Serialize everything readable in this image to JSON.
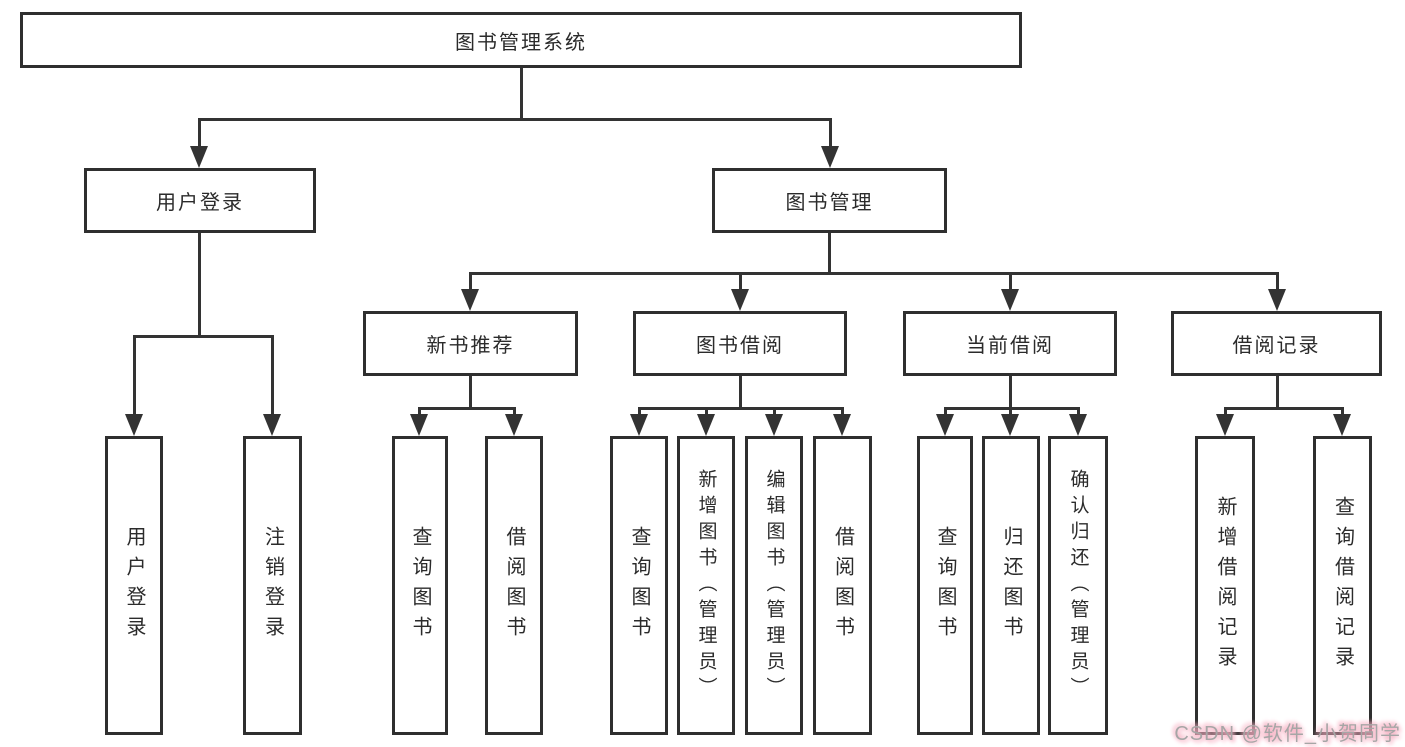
{
  "tree": {
    "root": {
      "label": "图书管理系统",
      "children": [
        {
          "label": "用户登录",
          "children": [
            {
              "label": "用户登录"
            },
            {
              "label": "注销登录"
            }
          ]
        },
        {
          "label": "图书管理",
          "children": [
            {
              "label": "新书推荐",
              "children": [
                {
                  "label": "查询图书"
                },
                {
                  "label": "借阅图书"
                }
              ]
            },
            {
              "label": "图书借阅",
              "children": [
                {
                  "label": "查询图书"
                },
                {
                  "label": "新增图书（管理员）"
                },
                {
                  "label": "编辑图书（管理员）"
                },
                {
                  "label": "借阅图书"
                }
              ]
            },
            {
              "label": "当前借阅",
              "children": [
                {
                  "label": "查询图书"
                },
                {
                  "label": "归还图书"
                },
                {
                  "label": "确认归还（管理员）"
                }
              ]
            },
            {
              "label": "借阅记录",
              "children": [
                {
                  "label": "新增借阅记录"
                },
                {
                  "label": "查询借阅记录"
                }
              ]
            }
          ]
        }
      ]
    }
  },
  "watermark": {
    "text": "CSDN @软件_小贺同学"
  },
  "colors": {
    "line": "#333333",
    "box_border": "#2f2f2f",
    "text": "#2b2b2b",
    "watermark_text": "#a6a6a6",
    "watermark_glow": "#f5a9bd",
    "background": "#ffffff"
  }
}
